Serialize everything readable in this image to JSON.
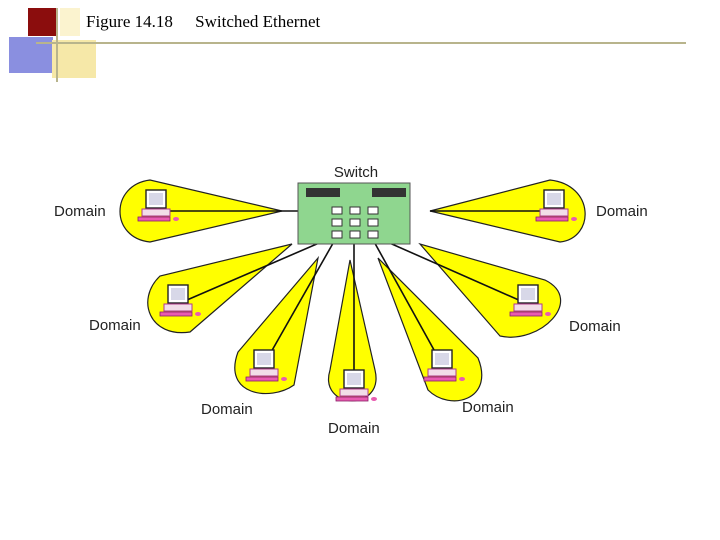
{
  "header": {
    "figure_number": "Figure 14.18",
    "title": "Switched Ethernet"
  },
  "diagram": {
    "switch_label": "Switch",
    "domain_label": "Domain",
    "domains": [
      {
        "id": "left-top",
        "label": "Domain"
      },
      {
        "id": "left-mid",
        "label": "Domain"
      },
      {
        "id": "bottom-left",
        "label": "Domain"
      },
      {
        "id": "bottom-center",
        "label": "Domain"
      },
      {
        "id": "bottom-right",
        "label": "Domain"
      },
      {
        "id": "right-mid",
        "label": "Domain"
      },
      {
        "id": "right-top",
        "label": "Domain"
      }
    ]
  },
  "colors": {
    "domain_fill": "#FFFF00",
    "domain_stroke": "#222222",
    "switch_fill": "#8FD68F",
    "port_fill": "#333333",
    "monitor_fill": "#F2DDE8",
    "keyboard_fill": "#E85CB0",
    "accent_maroon": "#8B0D0D",
    "accent_blue": "#8A8FE0",
    "accent_yellow": "#F6E8A8"
  }
}
